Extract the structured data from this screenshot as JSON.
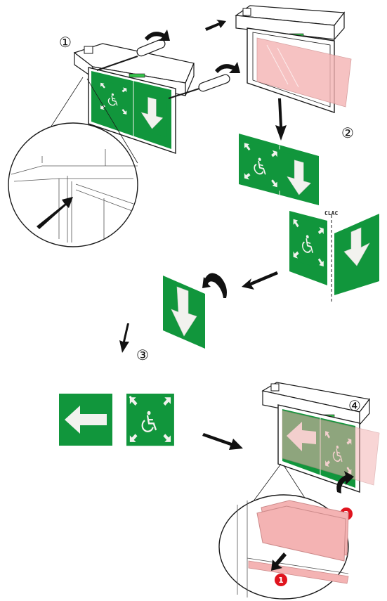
{
  "steps": {
    "step1": "①",
    "step2": "②",
    "step3": "③",
    "step4": "④"
  },
  "clac_text": "CLAC",
  "badges": {
    "badge1": "1",
    "badge2": "2"
  },
  "colors": {
    "sign_green": "#11963c",
    "pictogram_white": "#f2f2ee",
    "panel_pink": "#f4b3b3",
    "badge_red": "#e0141e",
    "led_green": "#35c24a",
    "line": "#1a1a1a"
  },
  "icons": [
    "screwdriver-icon",
    "rotate-arrow-icon",
    "wheelchair-icon",
    "down-arrow-icon",
    "left-arrow-icon",
    "corner-arrow-icon"
  ]
}
